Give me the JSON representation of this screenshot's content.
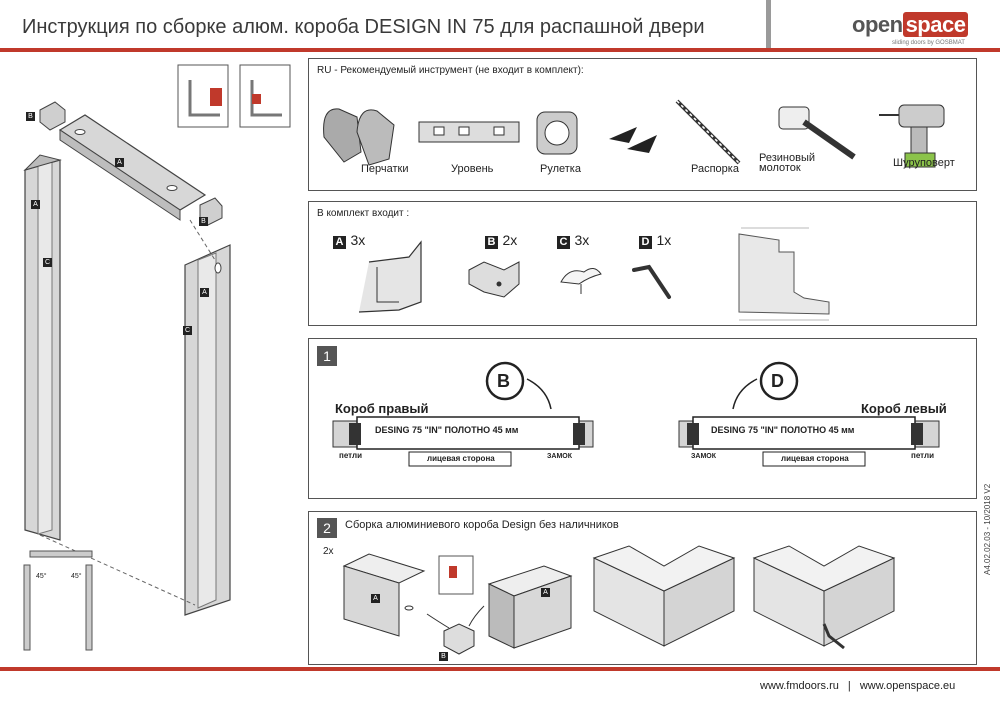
{
  "header": {
    "title": "Инструкция по сборке алюм. короба DESIGN IN 75 для распашной двери",
    "logo_open": "open",
    "logo_space": "space",
    "logo_sub": "sliding doors by GOSBMAT"
  },
  "tools": {
    "heading": "RU - Рекомендуемый инструмент  (не входит в комплект):",
    "items": [
      "Перчатки",
      "Уровень",
      "Рулетка",
      "Распорка",
      "Резиновый молоток",
      "Шуруповерт"
    ]
  },
  "kit": {
    "heading": "В комплект входит :",
    "items": [
      {
        "letter": "A",
        "qty": "3x"
      },
      {
        "letter": "B",
        "qty": "2x"
      },
      {
        "letter": "C",
        "qty": "3x"
      },
      {
        "letter": "D",
        "qty": "1x"
      }
    ]
  },
  "step1": {
    "num": "1",
    "right_title": "Короб правый",
    "left_title": "Короб левый",
    "door_text": "DESING 75 \"IN\"   ПОЛОТНО 45 мм",
    "face_side": "лицевая сторона",
    "hinges": "петли",
    "lock": "замок",
    "circle_b": "B",
    "circle_d": "D"
  },
  "step2": {
    "num": "2",
    "title": "Сборка алюминиевого короба Design без наличников",
    "mult": "2x"
  },
  "frame": {
    "angle": "45°",
    "labels": [
      "A",
      "B",
      "C"
    ]
  },
  "footer": {
    "site1": "www.fmdoors.ru",
    "sep": "|",
    "site2": "www.openspace.eu",
    "doc_id": "A4.02.02.03 - 10/2018 V2"
  }
}
